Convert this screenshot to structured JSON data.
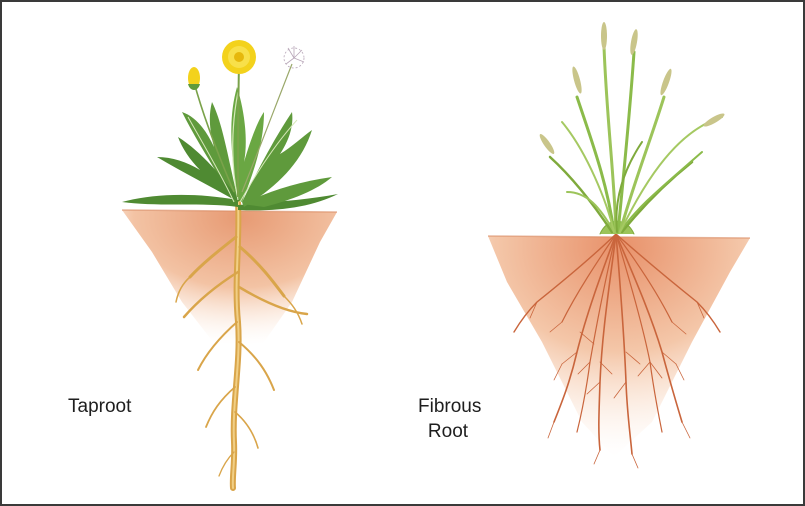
{
  "labels": {
    "taproot": "Taproot",
    "fibrous_line1": "Fibrous",
    "fibrous_line2": "Root"
  },
  "colors": {
    "border": "#3a3a3a",
    "soil_light": "#f8e2d0",
    "soil_dark": "#e79a73",
    "taproot": "#d9a54a",
    "fibrous_root": "#c9653c",
    "leaf_green": "#5f9a3c",
    "grass_green": "#9cc45a",
    "flower_yellow": "#f3d21c",
    "text": "#1e1e1e"
  },
  "icons": {
    "dandelion_plant": "dandelion-plant-icon",
    "grass_plant": "grass-plant-icon"
  }
}
